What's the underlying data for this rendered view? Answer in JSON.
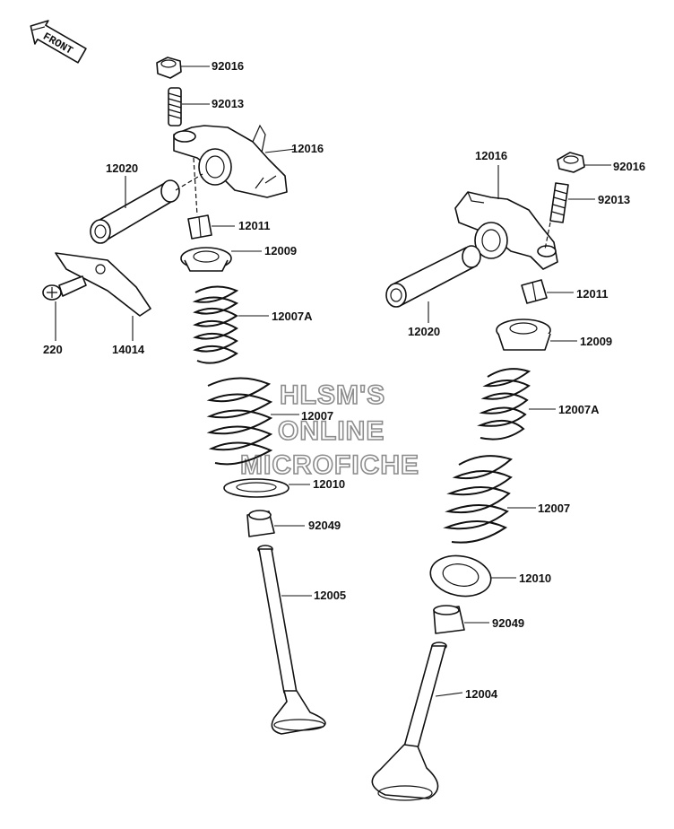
{
  "front_label": "FRONT",
  "watermark": {
    "line1": "HLSM'S",
    "line2": "ONLINE",
    "line3": "MICROFICHE"
  },
  "left_labels": {
    "nut": "92016",
    "adjust_screw": "92013",
    "rocker_arm": "12016",
    "rocker_shaft": "12020",
    "cotter": "12011",
    "retainer": "12009",
    "inner_spring": "12007A",
    "outer_spring": "12007",
    "spring_seat": "12010",
    "stem_seal": "92049",
    "valve": "12005",
    "plate": "14014",
    "screw": "220"
  },
  "right_labels": {
    "rocker_arm": "12016",
    "nut": "92016",
    "adjust_screw": "92013",
    "cotter": "12011",
    "rocker_shaft": "12020",
    "retainer": "12009",
    "inner_spring": "12007A",
    "outer_spring": "12007",
    "spring_seat": "12010",
    "stem_seal": "92049",
    "valve": "12004"
  }
}
